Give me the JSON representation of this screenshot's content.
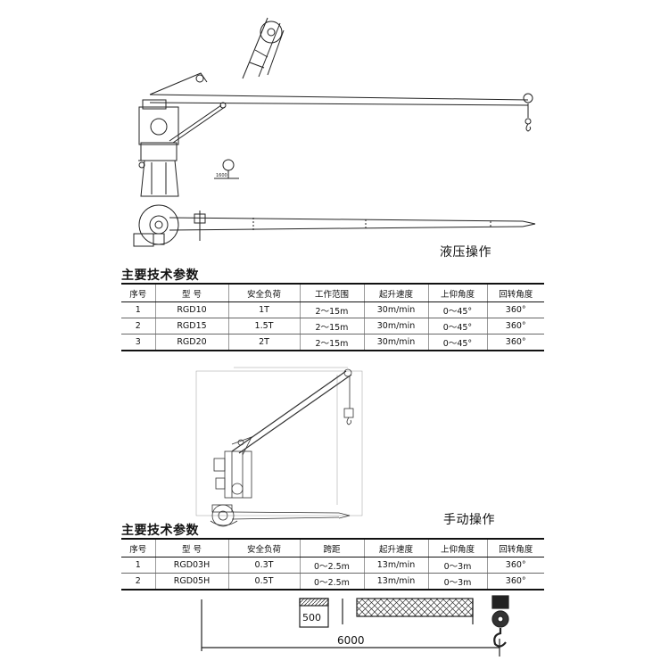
{
  "hydraulic": {
    "caption": "液压操作",
    "section_title": "主要技术参数",
    "headers": [
      "序号",
      "型  号",
      "安全负荷",
      "工作范围",
      "起升速度",
      "上仰角度",
      "回转角度"
    ],
    "rows": [
      [
        "1",
        "RGD10",
        "1T",
        "2～15m",
        "30m/min",
        "0～45°",
        "360°"
      ],
      [
        "2",
        "RGD15",
        "1.5T",
        "2～15m",
        "30m/min",
        "0～45°",
        "360°"
      ],
      [
        "3",
        "RGD20",
        "2T",
        "2～15m",
        "30m/min",
        "0～45°",
        "360°"
      ]
    ]
  },
  "manual": {
    "caption": "手动操作",
    "section_title": "主要技术参数",
    "headers": [
      "序号",
      "型  号",
      "安全负荷",
      "跨距",
      "起升速度",
      "上仰角度",
      "回转角度"
    ],
    "rows": [
      [
        "1",
        "RGD03H",
        "0.3T",
        "0～2.5m",
        "13m/min",
        "0～3m",
        "360°"
      ],
      [
        "2",
        "RGD05H",
        "0.5T",
        "0～2.5m",
        "13m/min",
        "0～3m",
        "360°"
      ]
    ]
  },
  "bottom_diagram": {
    "dim_500": "500",
    "dim_6000": "6000"
  }
}
